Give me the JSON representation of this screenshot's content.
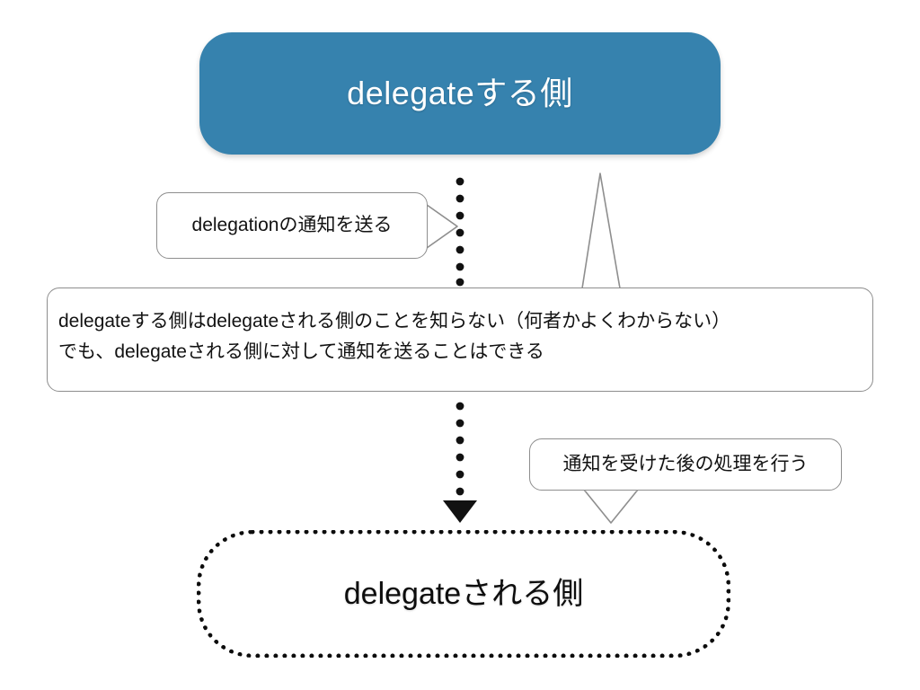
{
  "diagram": {
    "title_text": "delegate pattern explanation diagram",
    "nodes": {
      "delegator": {
        "label": "delegateする側",
        "fill_color": "#3682ae",
        "text_color": "#ffffff",
        "shape": "rounded-rectangle"
      },
      "delegatee": {
        "label": "delegateされる側",
        "border_color": "#0c0c0c",
        "border_style": "dotted",
        "text_color": "#0d0d0d",
        "shape": "rounded-rectangle"
      }
    },
    "callouts": {
      "send_notification": {
        "text": "delegationの通知を送る",
        "tail_direction": "right"
      },
      "explanation": {
        "line1": "delegateする側はdelegateされる側のことを知らない（何者かよくわからない）",
        "line2": "でも、delegateされる側に対して通知を送ることはできる",
        "tail_direction": "up"
      },
      "handle_notification": {
        "text": "通知を受けた後の処理を行う",
        "tail_direction": "down"
      }
    },
    "connector": {
      "style": "dotted",
      "color": "#111111",
      "arrowhead": "solid-triangle-down",
      "from": "delegateする側",
      "to": "delegateされる側"
    },
    "colors": {
      "accent_blue": "#3682ae",
      "callout_border": "#8e8e8e",
      "dot_black": "#111111",
      "background": "#ffffff"
    }
  }
}
